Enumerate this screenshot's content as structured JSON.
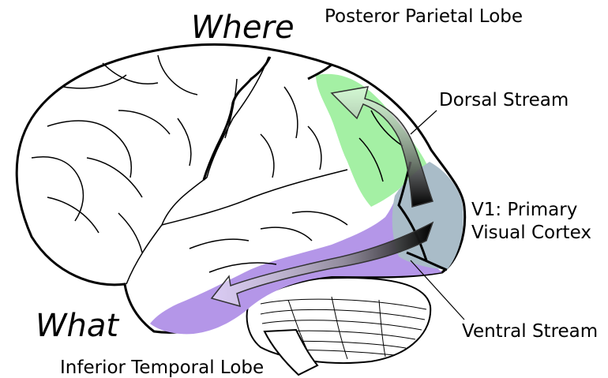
{
  "labels": {
    "where": "Where",
    "what": "What",
    "posterior_parietal": "Posteror Parietal Lobe",
    "dorsal_stream": "Dorsal Stream",
    "v1_line1": "V1: Primary",
    "v1_line2": "Visual Cortex",
    "ventral_stream": "Ventral Stream",
    "inferior_temporal": "Inferior Temporal Lobe"
  },
  "colors": {
    "parietal_region": "#a4f0a4",
    "temporal_region": "#b496e8",
    "visual_cortex": "#a9bcc8",
    "outline": "#000000",
    "background": "#ffffff"
  }
}
